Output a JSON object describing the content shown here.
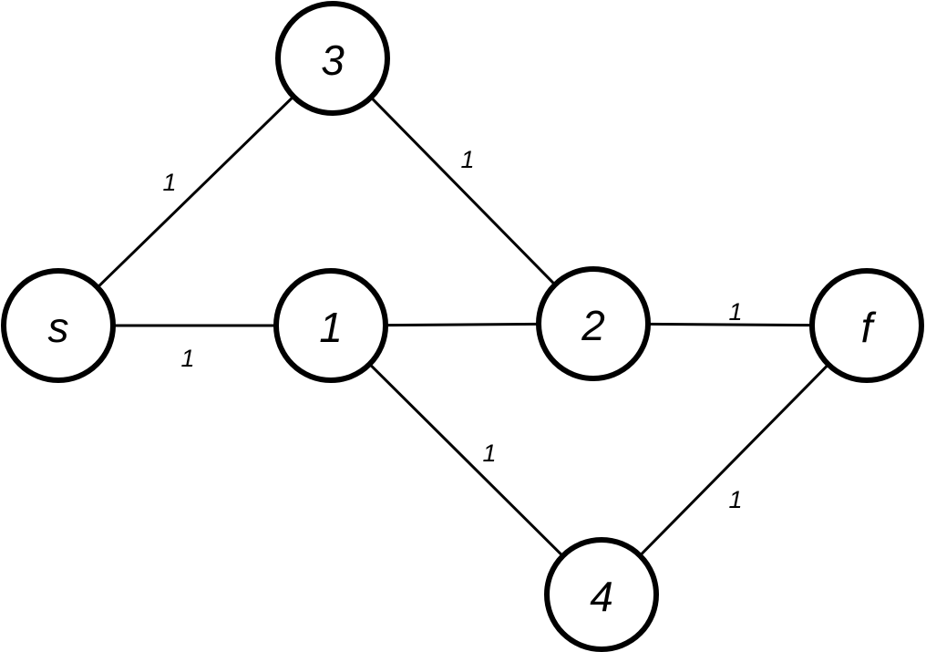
{
  "diagram": {
    "nodes": [
      {
        "id": "s",
        "label": "s"
      },
      {
        "id": "1",
        "label": "1"
      },
      {
        "id": "2",
        "label": "2"
      },
      {
        "id": "3",
        "label": "3"
      },
      {
        "id": "4",
        "label": "4"
      },
      {
        "id": "f",
        "label": "f"
      }
    ],
    "edges": [
      {
        "from": "s",
        "to": "3",
        "label": "1"
      },
      {
        "from": "s",
        "to": "1",
        "label": "1"
      },
      {
        "from": "3",
        "to": "2",
        "label": "1"
      },
      {
        "from": "1",
        "to": "2",
        "label": ""
      },
      {
        "from": "1",
        "to": "4",
        "label": "1"
      },
      {
        "from": "2",
        "to": "f",
        "label": "1"
      },
      {
        "from": "4",
        "to": "f",
        "label": "1"
      }
    ]
  }
}
